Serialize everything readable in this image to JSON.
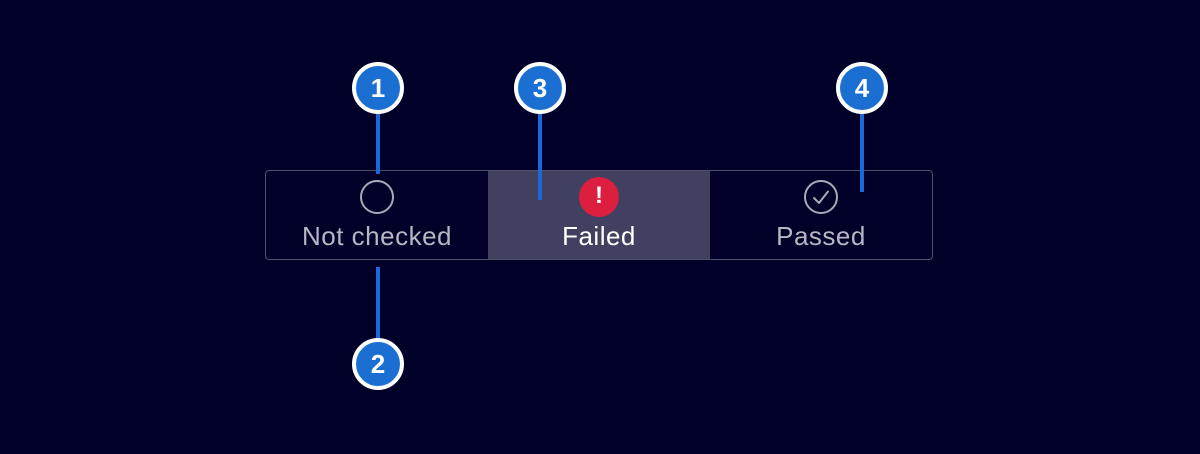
{
  "colors": {
    "background": "#000028",
    "badge_fill": "#1c6fd2",
    "badge_ring": "#ffffff",
    "connector_blue": "#1b68d9",
    "failed_red": "#dc1f3e",
    "selected_segment_bg": "#414060",
    "bar_border": "#50506a",
    "muted_text": "#b6b7c4",
    "icon_gray": "#a9aab8",
    "selected_text": "#ffffff"
  },
  "status_bar": {
    "segments": [
      {
        "label": "Not checked",
        "state": "not-checked",
        "icon": "circle-outline-icon",
        "selected": false
      },
      {
        "label": "Failed",
        "state": "failed",
        "icon": "error-circle-icon",
        "selected": true
      },
      {
        "label": "Passed",
        "state": "passed",
        "icon": "check-circle-icon",
        "selected": false
      }
    ]
  },
  "icons": {
    "error_glyph": "!"
  },
  "callouts": [
    {
      "number": "1",
      "position": "top"
    },
    {
      "number": "2",
      "position": "bottom"
    },
    {
      "number": "3",
      "position": "top"
    },
    {
      "number": "4",
      "position": "top"
    }
  ]
}
